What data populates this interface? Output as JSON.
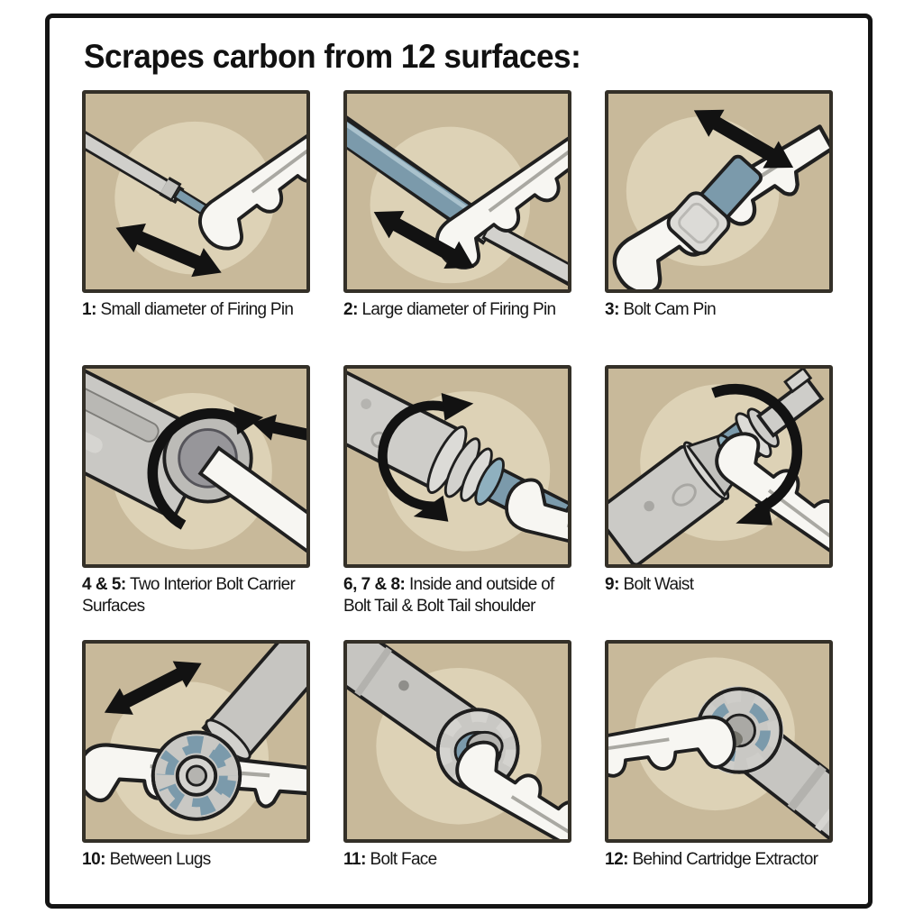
{
  "page": {
    "title": "Scrapes carbon from 12 surfaces:"
  },
  "colors": {
    "panel_bg": "#c8b99a",
    "panel_circle": "#ddd2b6",
    "steel_teal": "#7b9aab",
    "metal_gray": "#cbcac6",
    "tool_white": "#f7f6f2",
    "outline": "#1f1f1f",
    "frame_border": "#141414",
    "arrow_black": "#121212"
  },
  "panels": [
    {
      "num": "1:",
      "caption": "Small diameter of Firing Pin",
      "illustration": "firing-pin-small-diameter"
    },
    {
      "num": "2:",
      "caption": "Large diameter of Firing Pin",
      "illustration": "firing-pin-large-diameter"
    },
    {
      "num": "3:",
      "caption": "Bolt Cam Pin",
      "illustration": "bolt-cam-pin"
    },
    {
      "num": "4 & 5:",
      "caption": "Two Interior Bolt Carrier Surfaces",
      "illustration": "interior-bolt-carrier-surfaces"
    },
    {
      "num": "6, 7 & 8:",
      "caption": "Inside and outside of Bolt Tail & Bolt Tail shoulder",
      "illustration": "bolt-tail-inside-outside"
    },
    {
      "num": "9:",
      "caption": "Bolt Waist",
      "illustration": "bolt-waist"
    },
    {
      "num": "10:",
      "caption": "Between Lugs",
      "illustration": "between-lugs"
    },
    {
      "num": "11:",
      "caption": "Bolt Face",
      "illustration": "bolt-face"
    },
    {
      "num": "12:",
      "caption": "Behind Cartridge Extractor",
      "illustration": "behind-cartridge-extractor"
    }
  ]
}
